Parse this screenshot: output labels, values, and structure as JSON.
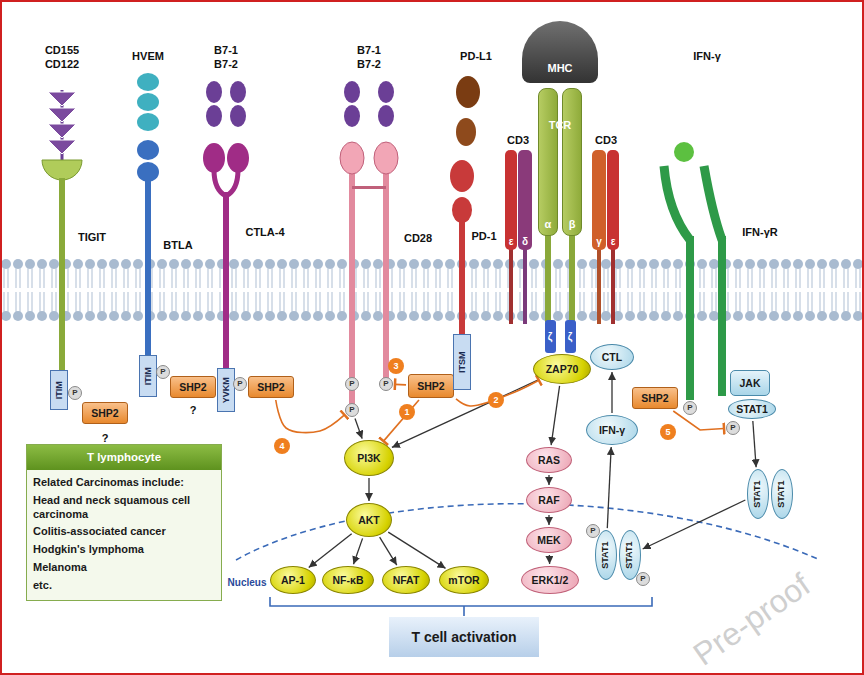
{
  "diagram": {
    "nodes": [
      {
        "text": [
          "MHC"
        ]
      },
      {
        "text": [
          "α"
        ]
      },
      {
        "text": [
          "β"
        ]
      },
      {
        "text": [
          "ε"
        ]
      },
      {
        "text": [
          "δ"
        ]
      },
      {
        "text": [
          "γ"
        ]
      },
      {
        "text": [
          "ε"
        ]
      },
      {
        "text": [
          "ITIM"
        ]
      },
      {
        "text": [
          "P"
        ]
      },
      {
        "text": [
          "SHP2"
        ]
      },
      {
        "text": [
          "ITIM"
        ]
      },
      {
        "text": [
          "P"
        ]
      },
      {
        "text": [
          "SHP2"
        ]
      },
      {
        "text": [
          "YVKM"
        ]
      },
      {
        "text": [
          "P"
        ]
      },
      {
        "text": [
          "SHP2"
        ]
      },
      {
        "text": [
          "P"
        ]
      },
      {
        "text": [
          "P"
        ]
      },
      {
        "text": [
          "P"
        ]
      },
      {
        "text": [
          "SHP2"
        ]
      },
      {
        "text": [
          "ITSM"
        ]
      },
      {
        "text": [
          "ZAP70"
        ]
      },
      {
        "text": [
          "SHP2"
        ]
      },
      {
        "text": [
          "P"
        ]
      },
      {
        "text": [
          "JAK"
        ]
      },
      {
        "text": [
          "STAT1"
        ]
      },
      {
        "text": [
          "P"
        ]
      },
      {
        "text": [
          "1"
        ]
      },
      {
        "text": [
          "2"
        ]
      },
      {
        "text": [
          "3"
        ]
      },
      {
        "text": [
          "4"
        ]
      },
      {
        "text": [
          "5"
        ]
      },
      {
        "text": [
          "PI3K"
        ]
      },
      {
        "text": [
          "RAS"
        ]
      },
      {
        "text": [
          "CTL"
        ]
      },
      {
        "text": [
          "IFN-γ"
        ]
      },
      {
        "text": [
          "STAT1"
        ]
      },
      {
        "text": [
          "STAT1"
        ]
      },
      {
        "text": [
          "AKT"
        ]
      },
      {
        "text": [
          "RAF"
        ]
      },
      {
        "text": [
          "MEK"
        ]
      },
      {
        "text": [
          "T lymphocyte",
          "Related Carcinomas include:",
          "Head and neck squamous cell carcinoma",
          "Colitis-associated cancer",
          "Hodgkin's lymphoma",
          "Melanoma",
          "etc."
        ]
      },
      {
        "text": [
          "AP-1"
        ]
      },
      {
        "text": [
          "NF-κB"
        ]
      },
      {
        "text": [
          "NFAT"
        ]
      },
      {
        "text": [
          "mTOR"
        ]
      },
      {
        "text": [
          "ERK1/2"
        ]
      },
      {
        "text": [
          "STAT1"
        ]
      },
      {
        "text": [
          "STAT1"
        ]
      },
      {
        "text": [
          "P"
        ]
      },
      {
        "text": [
          "P"
        ]
      },
      {
        "text": [
          "T cell activation"
        ]
      }
    ],
    "edges": [
      {
        "from": 32,
        "to": 38,
        "arrow": "to"
      },
      {
        "from": 21,
        "to": 32,
        "arrow": "to"
      },
      {
        "from": 21,
        "to": 33,
        "arrow": "to"
      },
      {
        "from": 33,
        "to": 39,
        "arrow": "to"
      },
      {
        "from": 39,
        "to": 40,
        "arrow": "to"
      },
      {
        "from": 40,
        "to": 46,
        "arrow": "to"
      },
      {
        "from": 38,
        "to": 42,
        "arrow": "to"
      },
      {
        "from": 38,
        "to": 43,
        "arrow": "to"
      },
      {
        "from": 38,
        "to": 44,
        "arrow": "to"
      },
      {
        "from": 38,
        "to": 45,
        "arrow": "to"
      },
      {
        "from": 18,
        "to": 32,
        "arrow": "to"
      },
      {
        "from": 19,
        "to": 32,
        "arrow": "to"
      },
      {
        "from": 19,
        "to": 21,
        "arrow": "to"
      },
      {
        "from": 19,
        "to": 17,
        "arrow": "to"
      },
      {
        "from": 15,
        "to": 18,
        "arrow": "to"
      },
      {
        "from": 22,
        "to": 26,
        "arrow": "to"
      },
      {
        "from": 25,
        "to": 36,
        "arrow": "to"
      },
      {
        "from": 36,
        "to": 48,
        "arrow": "to"
      },
      {
        "from": 47,
        "to": 35,
        "arrow": "to"
      },
      {
        "from": 35,
        "to": 34,
        "arrow": "to"
      }
    ],
    "labels": [
      "CD155",
      "CD122",
      "HVEM",
      "B7-1",
      "B7-2",
      "B7-1",
      "B7-2",
      "PD-L1",
      "IFN-γ",
      "TIGIT",
      "BTLA",
      "CTLA-4",
      "CD28",
      "PD-1",
      "CD3",
      "CD3",
      "TCR",
      "ζ",
      "ζ",
      "IFN-γR",
      "?",
      "?",
      "Nucleus",
      "Pre-proof"
    ]
  }
}
